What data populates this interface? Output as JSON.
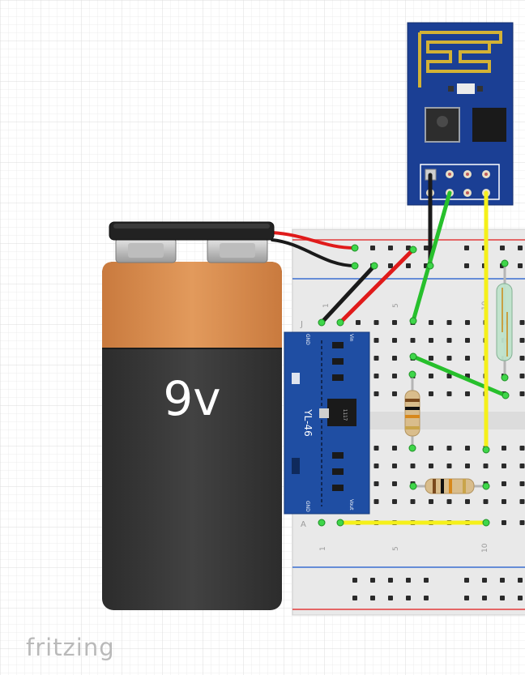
{
  "battery": {
    "label": "9v"
  },
  "regulator": {
    "name": "YL-46",
    "pin_gnd_top": "GND",
    "pin_vin": "Vin",
    "pin_gnd_bottom": "GND",
    "pin_vout": "Vout",
    "chip_text": "1117"
  },
  "breadboard": {
    "row_label_j": "J",
    "row_label_a": "A",
    "col_labels_top": [
      "1",
      "5",
      "10"
    ],
    "col_labels_bottom": [
      "1",
      "5",
      "10"
    ]
  },
  "brand": "fritzing",
  "colors": {
    "battery_top": "#d98b4c",
    "battery_body": "#3a3a3a",
    "board_blue": "#1f4ea3",
    "esp_blue": "#1b3f94",
    "wire_red": "#e01b1b",
    "wire_black": "#1a1a1a",
    "wire_green": "#27c02c",
    "wire_yellow": "#f5f01a"
  }
}
